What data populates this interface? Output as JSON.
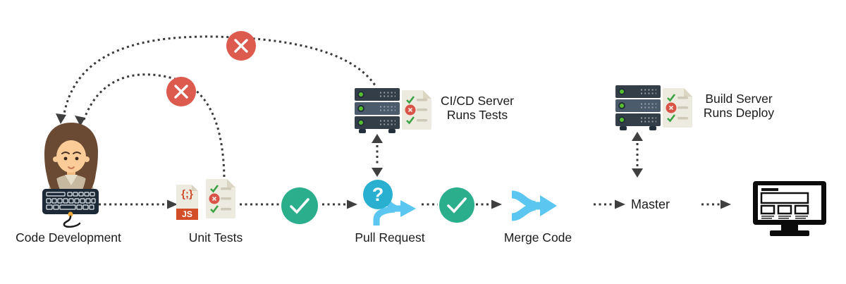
{
  "labels": {
    "code_development": "Code Development",
    "unit_tests": "Unit Tests",
    "pull_request": "Pull Request",
    "merge_code": "Merge Code",
    "master": "Master"
  },
  "servers": {
    "cicd": {
      "line1": "CI/CD Server",
      "line2": "Runs Tests"
    },
    "build": {
      "line1": "Build Server",
      "line2": "Runs Deploy"
    }
  },
  "js_file": {
    "braces": "{;}",
    "badge": "JS"
  },
  "pull_request_icon": {
    "question_mark": "?"
  },
  "icons": {
    "developer": "person-with-keyboard-icon",
    "js_file": "js-file-icon",
    "test_report": "document-checklist-icon",
    "pass": "check-circle-icon",
    "fail": "x-circle-icon",
    "pull_request": "question-merge-branch-icon",
    "merge": "merge-branch-arrow-icon",
    "server": "server-rack-icon",
    "monitor": "website-monitor-icon"
  },
  "colors": {
    "pass_green": "#2BAE8C",
    "fail_red": "#DC5A4E",
    "question_cyan": "#29B0D0",
    "merge_blue": "#5BC6F0",
    "js_orange": "#D14E26",
    "doc_beige": "#EDEAE0",
    "server_dark": "#333E48",
    "server_mid": "#4C5B6B",
    "led_green": "#55C02F",
    "connector_gray": "#3A3A3A",
    "text_black": "#1B1B1B"
  }
}
